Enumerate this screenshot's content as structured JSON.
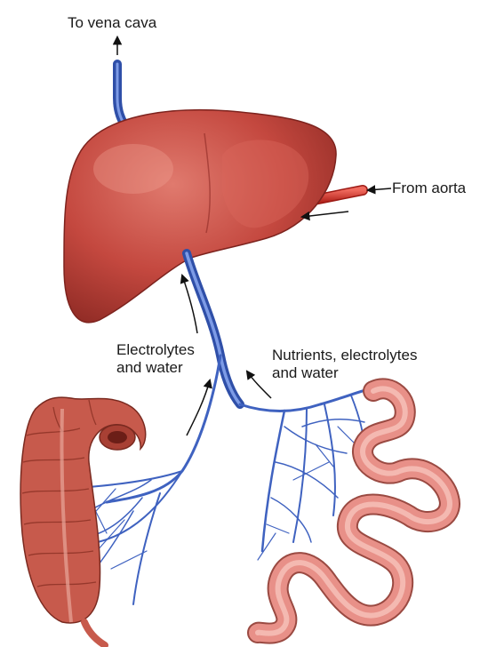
{
  "labels": {
    "vena_cava": "To vena cava",
    "aorta": "From aorta",
    "electrolytes": [
      "Electrolytes",
      "and water"
    ],
    "nutrients": [
      "Nutrients, electrolytes",
      "and water"
    ]
  },
  "colors": {
    "liver": "#c4483f",
    "liver_dark": "#8e2a24",
    "vein": "#4a6fc7",
    "artery": "#d9332b",
    "colon": "#c75a4c",
    "small_intestine": "#e89088",
    "arrow": "#111111"
  }
}
